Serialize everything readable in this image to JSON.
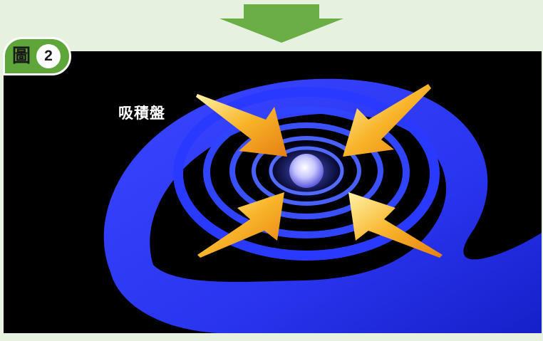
{
  "badge": {
    "char": "圖",
    "number": "2"
  },
  "labels": {
    "disk": "吸積盤"
  },
  "colors": {
    "background": "#e6f2df",
    "arrow_green": "#6cae46",
    "badge_green": "#5ea53a",
    "disk_blue": "#2f3cff",
    "arrow_orange": "#f4a21a"
  },
  "icons": {
    "top_arrow": "down-arrow-icon",
    "inward_arrows": "inward-arrow-icon"
  }
}
